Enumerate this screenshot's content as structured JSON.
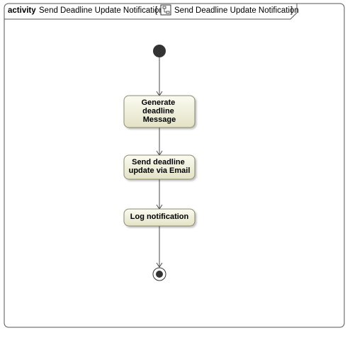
{
  "frame": {
    "keyword": "activity",
    "name": "Send Deadline Update Notification",
    "bracket_open": "[",
    "reference": "Send Deadline Update Notification",
    "bracket_close": "]"
  },
  "icons": {
    "reference": "activity-diagram-icon"
  },
  "colors": {
    "action_fill_top": "#fbfbf1",
    "action_fill_bottom": "#e3e2c6",
    "action_border": "#8c8c6e",
    "edge": "#4a4a4a",
    "node": "#333333",
    "frame_border": "#555555"
  },
  "nodes": {
    "generate": {
      "lines": [
        "Generate",
        "deadline",
        "Message"
      ]
    },
    "send": {
      "lines": [
        "Send deadline",
        "update via Email"
      ]
    },
    "log": {
      "lines": [
        "Log notification"
      ]
    }
  }
}
